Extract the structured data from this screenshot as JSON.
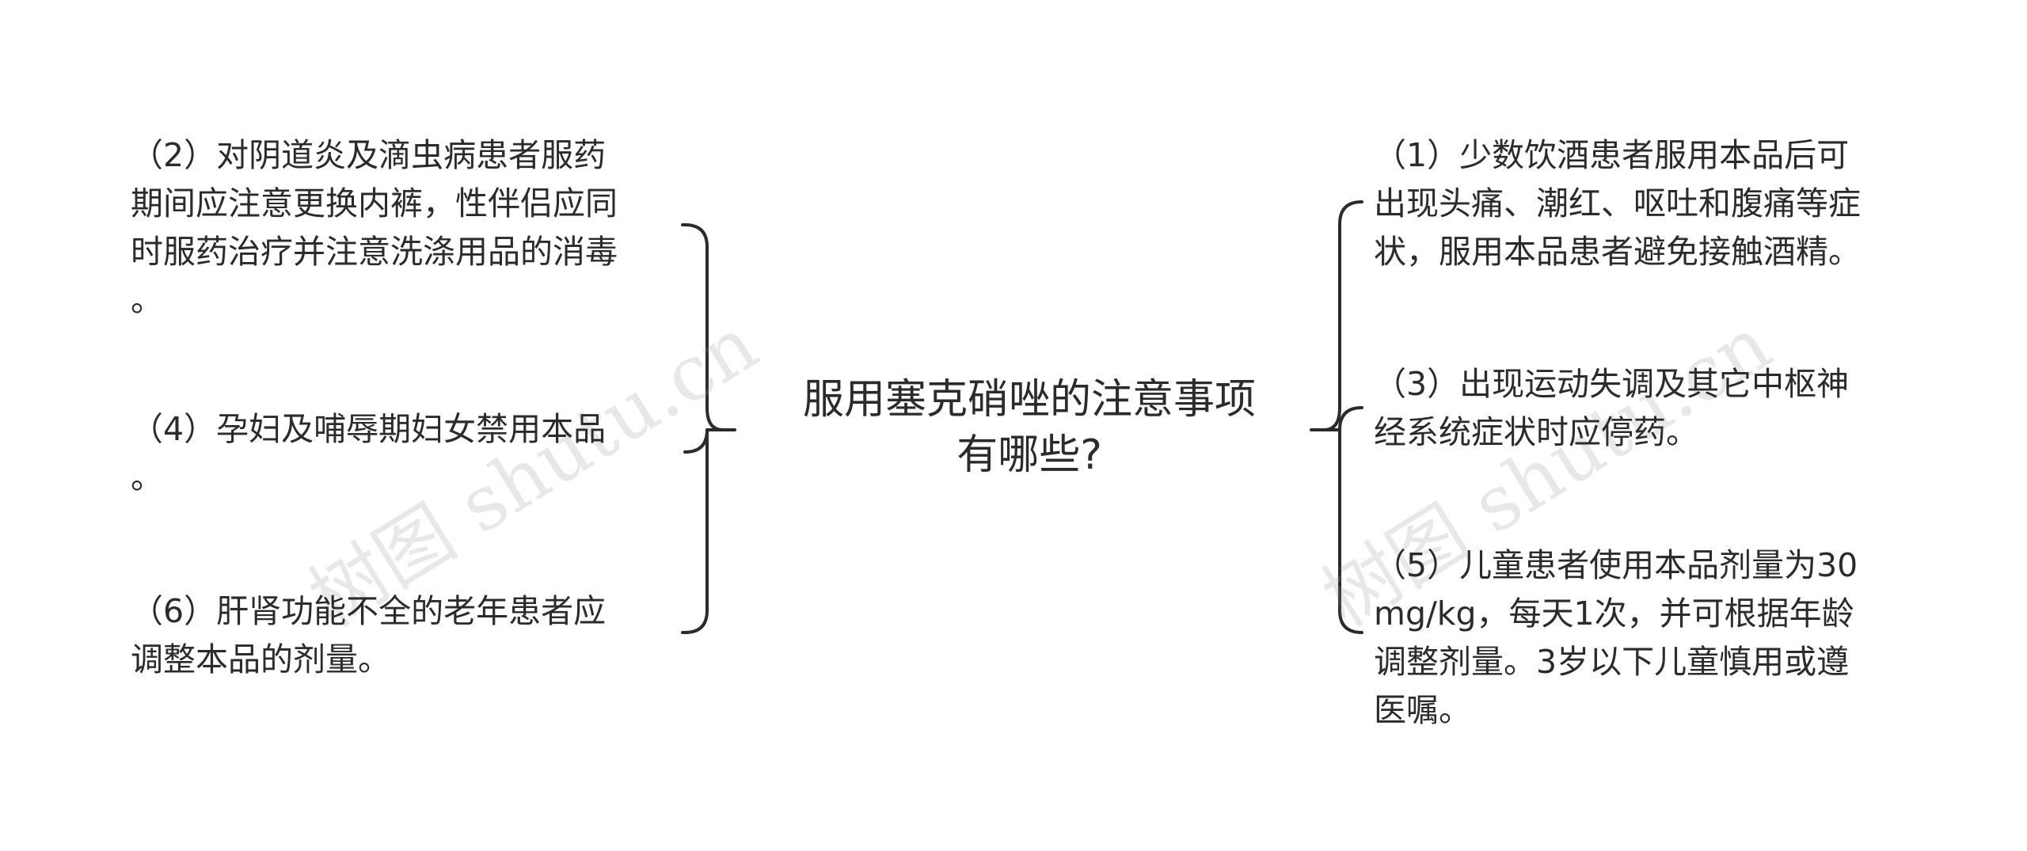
{
  "center": {
    "lines": [
      "服用塞克硝唑的注意事项",
      "有哪些?"
    ]
  },
  "left_nodes": [
    {
      "lines": [
        "（2）对阴道炎及滴虫病患者服药",
        "期间应注意更换内裤，性伴侣应同",
        "时服药治疗并注意洗涤用品的消毒",
        "。"
      ]
    },
    {
      "lines": [
        "（4）孕妇及哺辱期妇女禁用本品",
        "。"
      ]
    },
    {
      "lines": [
        "（6）肝肾功能不全的老年患者应",
        "调整本品的剂量。"
      ]
    }
  ],
  "right_nodes": [
    {
      "lines": [
        "（1）少数饮酒患者服用本品后可",
        "出现头痛、潮红、呕吐和腹痛等症",
        "状，服用本品患者避免接触酒精。"
      ]
    },
    {
      "lines": [
        "（3）出现运动失调及其它中枢神",
        "经系统症状时应停药。"
      ]
    },
    {
      "lines": [
        "（5）儿童患者使用本品剂量为30",
        "mg/kg，每天1次，并可根据年龄",
        "调整剂量。3岁以下儿童慎用或遵",
        "医嘱。"
      ]
    }
  ],
  "watermarks": [
    "树图 shutu.cn",
    "树图 shutu.cn"
  ],
  "colors": {
    "text": "#2b2b2b",
    "connector": "#2b2b2b",
    "watermark": "#969696"
  }
}
